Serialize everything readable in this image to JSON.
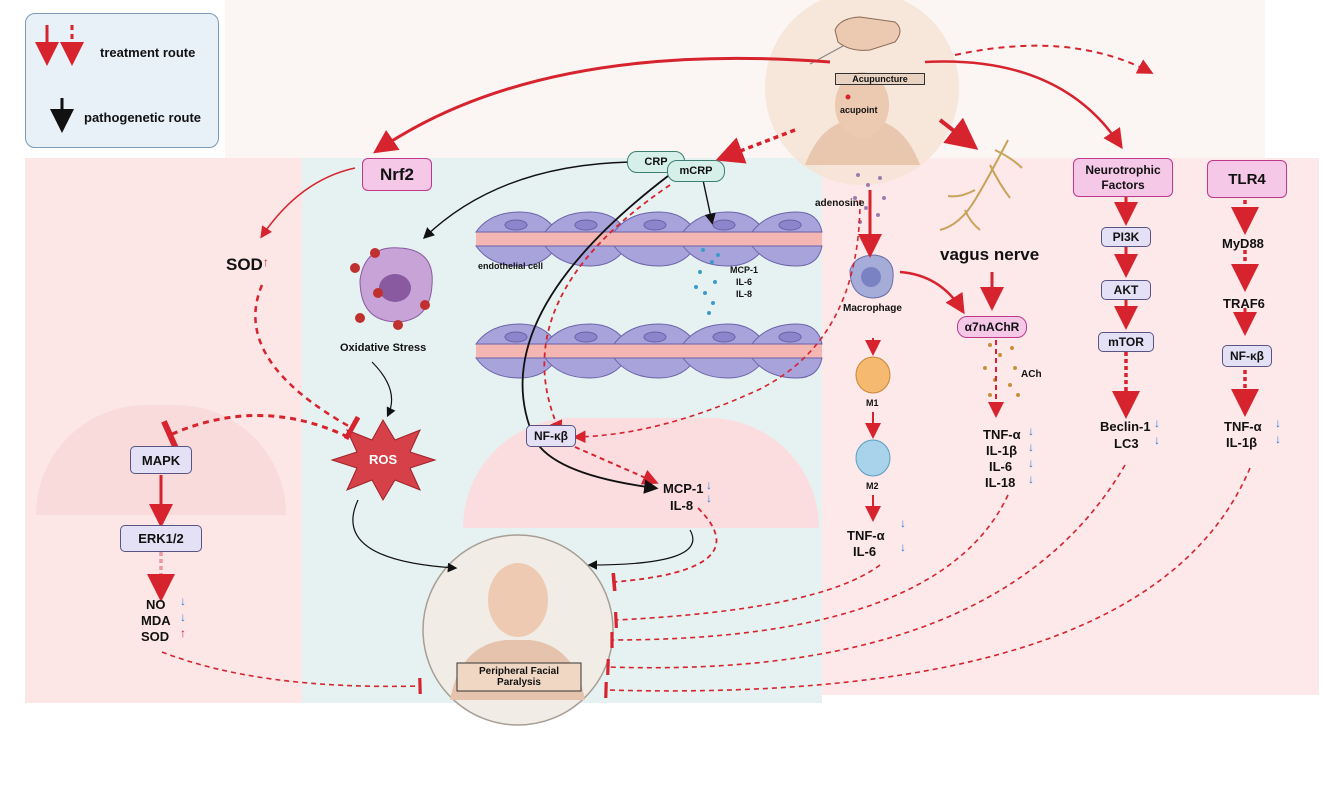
{
  "legend": {
    "treatment_label": "treatment route",
    "pathogenetic_label": "pathogenetic route"
  },
  "acupuncture": {
    "label": "Acupuncture",
    "acupoint": "acupoint"
  },
  "left_pathway": {
    "nrf2": "Nrf2",
    "sod": "SOD",
    "mapk": "MAPK",
    "erk": "ERK1/2",
    "outcomes": [
      "NO",
      "MDA",
      "SOD"
    ]
  },
  "oxidative": {
    "label": "Oxidative Stress",
    "ros": "ROS"
  },
  "endothelial": {
    "crp": "CRP",
    "mcrp": "mCRP",
    "cell_label": "endothelial cell",
    "released": [
      "MCP-1",
      "IL-6",
      "IL-8"
    ],
    "nfkb": "NF-κβ",
    "outcomes": [
      "MCP-1",
      "IL-8"
    ]
  },
  "macrophage": {
    "adenosine": "adenosine",
    "label": "Macrophage",
    "m1": "M1",
    "m2": "M2",
    "outcomes": [
      "TNF-α",
      "IL-6"
    ]
  },
  "vagus": {
    "label": "vagus nerve",
    "receptor": "α7nAChR",
    "ach": "ACh",
    "outcomes": [
      "TNF-α",
      "IL-1β",
      "IL-6",
      "IL-18"
    ]
  },
  "neurotrophic": {
    "title": "Neurotrophic Factors",
    "steps": [
      "PI3K",
      "AKT",
      "mTOR"
    ],
    "outcomes": [
      "Beclin-1",
      "LC3"
    ]
  },
  "tlr4": {
    "title": "TLR4",
    "steps": [
      "MyD88",
      "TRAF6",
      "NF-κβ"
    ],
    "outcomes": [
      "TNF-α",
      "IL-1β"
    ]
  },
  "patient": {
    "label": "Peripheral Facial Paralysis"
  },
  "colors": {
    "treatment": "#d6232e",
    "pathogenetic": "#111111",
    "down_arrow": "#2a7ed6",
    "nrf2_fill": "#f5c8e8",
    "node_fill": "#e4e0f5",
    "bg_left": "#fde6e6",
    "bg_mid": "#e6f2f1"
  },
  "icons": [
    "syringe-hand-icon",
    "head-icon",
    "vagus-nerve-icon",
    "macrophage-icon",
    "ros-burst-icon",
    "endothelial-cell-icon",
    "patient-face-icon"
  ]
}
